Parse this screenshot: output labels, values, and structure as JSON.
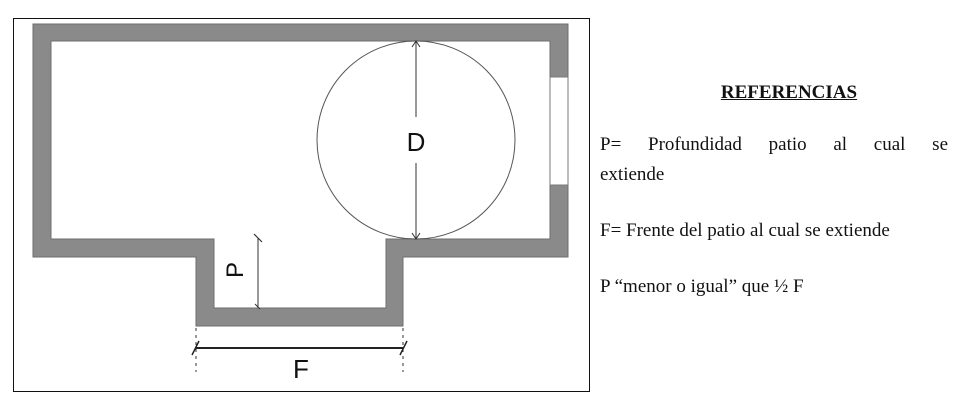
{
  "diagram": {
    "labels": {
      "D": "D",
      "P": "P",
      "F": "F"
    },
    "colors": {
      "wall": "#8a8a8a",
      "wall_edge": "#6e6e6e",
      "line": "#444444",
      "frame": "#111111"
    }
  },
  "references": {
    "title": "REFERENCIAS",
    "items": [
      {
        "text": "P= Profundidad patio al cual se extiende"
      },
      {
        "text": "F= Frente del patio al cual se extiende"
      },
      {
        "text": "P “menor o igual” que ½ F"
      }
    ]
  }
}
